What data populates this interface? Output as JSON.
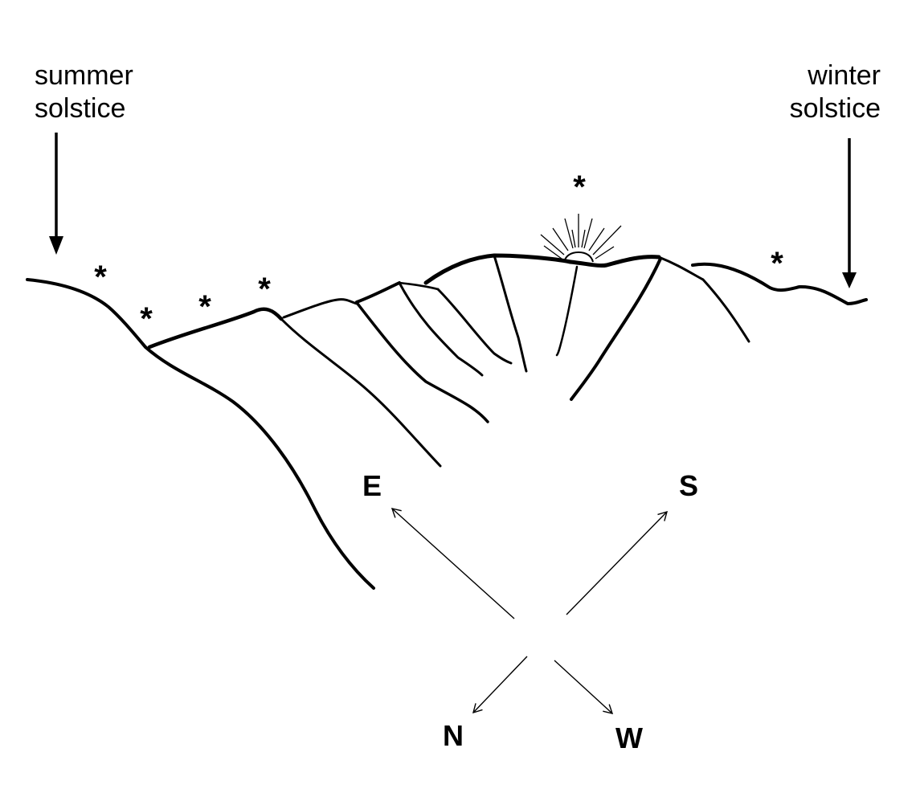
{
  "labels": {
    "summer": {
      "line1": "summer",
      "line2": "solstice"
    },
    "winter": {
      "line1": "winter",
      "line2": "solstice"
    }
  },
  "compass": {
    "east": "E",
    "south": "S",
    "north": "N",
    "west": "W"
  },
  "markers": {
    "star_glyph": "*"
  },
  "icons": {
    "sun": "sun-icon",
    "arrow": "arrow-icon"
  },
  "colors": {
    "ink": "#000000",
    "background": "#ffffff"
  }
}
